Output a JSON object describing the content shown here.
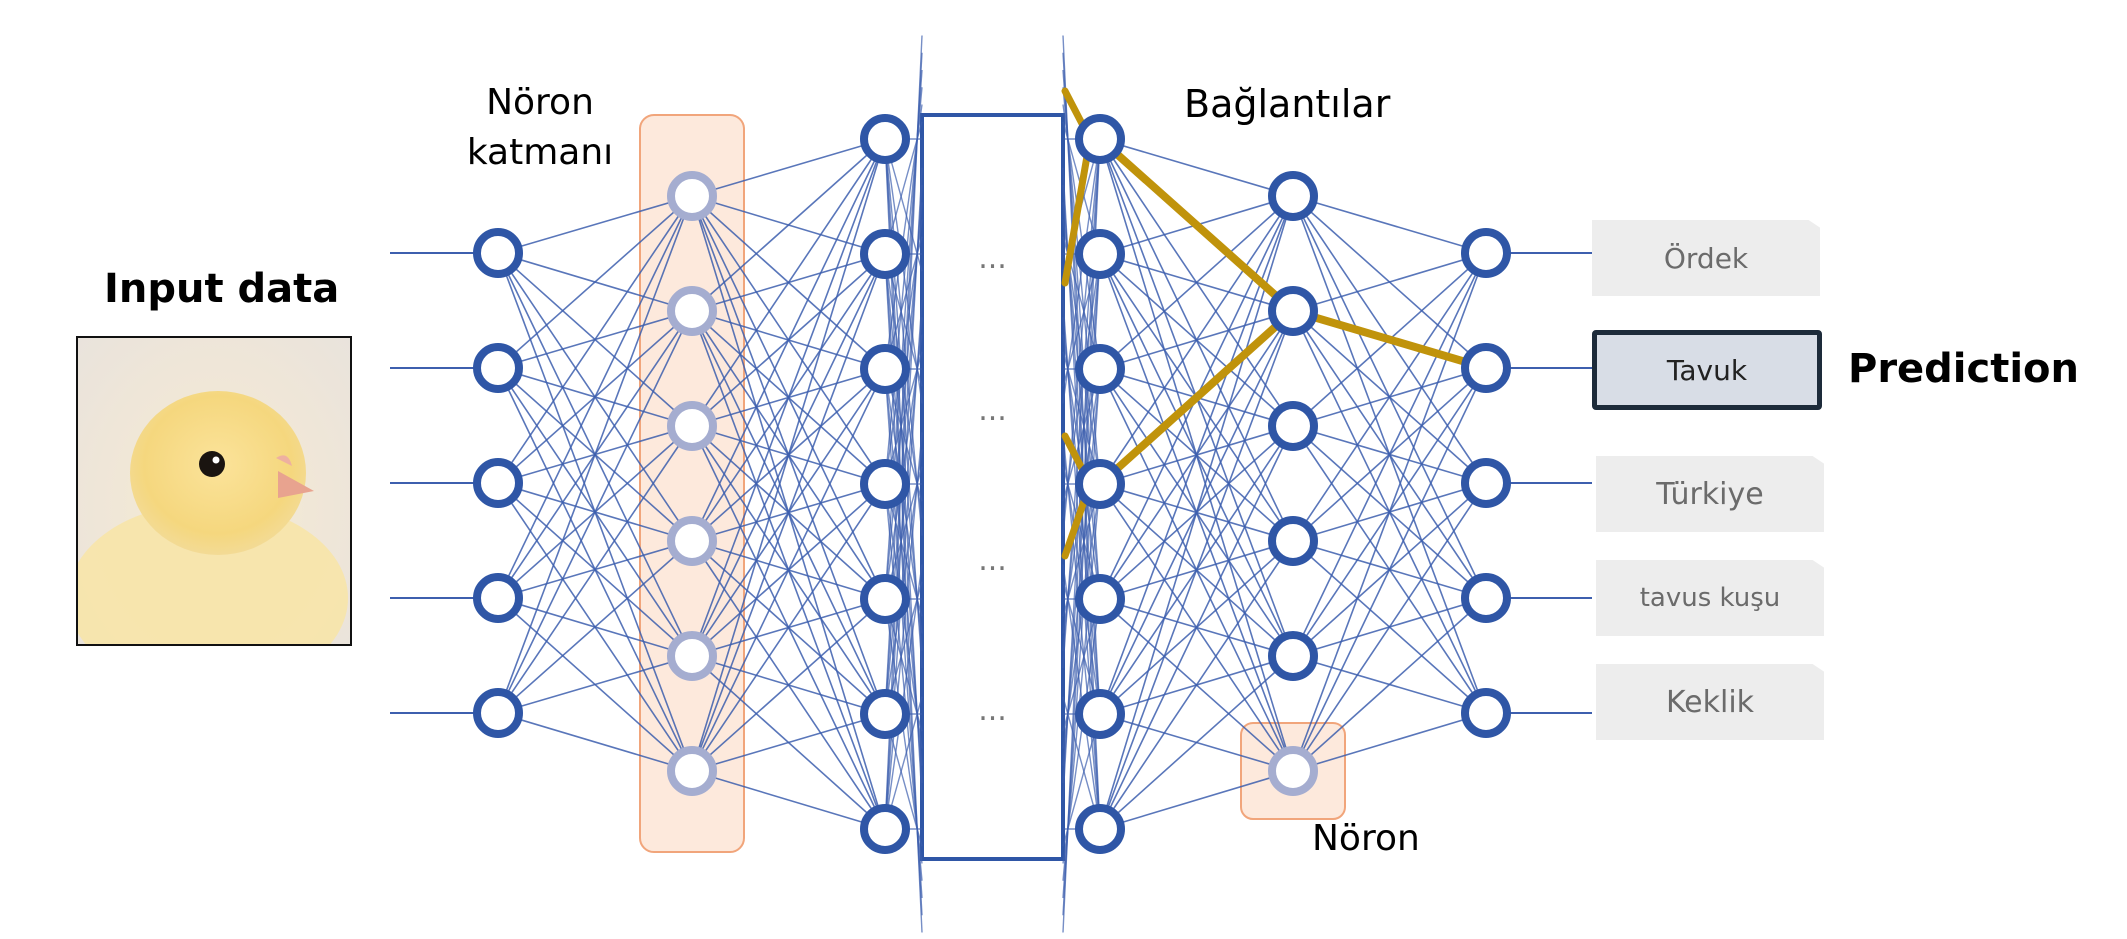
{
  "labels": {
    "input": "Input data",
    "layer": [
      "Nöron",
      "katmanı"
    ],
    "connections": "Bağlantılar",
    "neuron": "Nöron",
    "prediction": "Prediction",
    "ellipsis": "..."
  },
  "outputs": [
    {
      "label": "Ördek",
      "selected": false
    },
    {
      "label": "Tavuk",
      "selected": true
    },
    {
      "label": "Türkiye",
      "selected": false
    },
    {
      "label": "tavus kuşu",
      "selected": false
    },
    {
      "label": "Keklik",
      "selected": false
    }
  ],
  "network": {
    "layers": [
      5,
      6,
      7,
      7,
      6,
      5
    ],
    "highlighted_layer": 1,
    "highlighted_neuron": {
      "layer": 4,
      "index": 5
    },
    "hidden_gap_after_layer": 2,
    "gold_path": [
      {
        "from": [
          3,
          0
        ],
        "to": [
          4,
          1
        ]
      },
      {
        "from": [
          3,
          3
        ],
        "to": [
          4,
          1
        ]
      },
      {
        "from": [
          4,
          1
        ],
        "to": [
          5,
          1
        ]
      }
    ]
  },
  "colors": {
    "node": "#2f56a6",
    "edge": "#3d5fae",
    "gold": "#c0930b",
    "highlight_fill": "#fde9dc",
    "highlight_stroke": "#f1a57b",
    "faded_node": "#a5add0"
  }
}
